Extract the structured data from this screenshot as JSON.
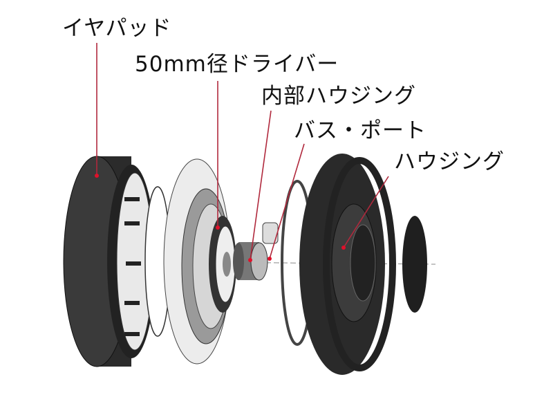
{
  "labels": {
    "earpad": "イヤパッド",
    "driver": "50mm径ドライバー",
    "inner_housing": "内部ハウジング",
    "bass_port": "バス・ポート",
    "housing": "ハウジング"
  },
  "colors": {
    "leader": "#b0283c",
    "dot": "#e0102a",
    "part_dark": "#2a2a2a",
    "part_light": "#e8e8e8"
  }
}
